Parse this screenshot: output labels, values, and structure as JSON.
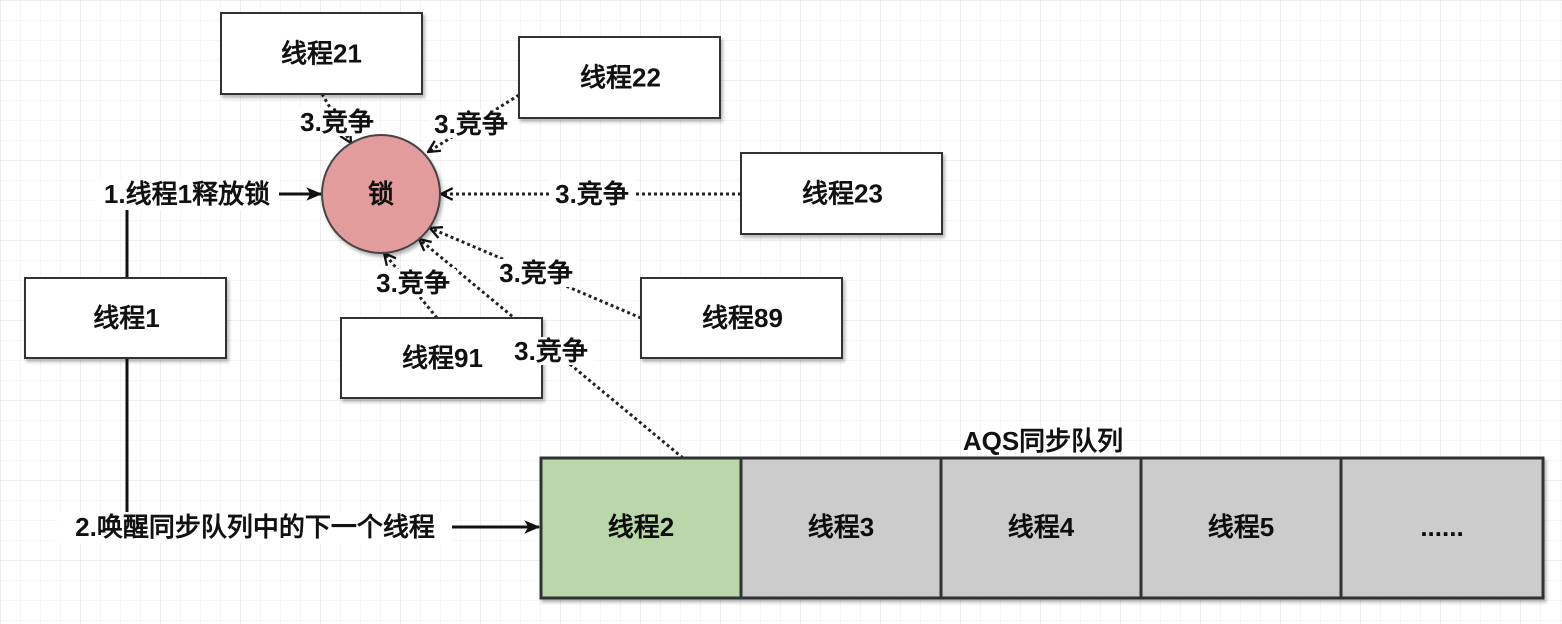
{
  "lock": {
    "label": "锁",
    "fill": "#e39c9c"
  },
  "threads": {
    "thread21": "线程21",
    "thread22": "线程22",
    "thread23": "线程23",
    "thread89": "线程89",
    "thread91": "线程91",
    "thread1": "线程1"
  },
  "edges": {
    "release_label": "1.线程1释放锁",
    "wake_label": "2.唤醒同步队列中的下一个线程",
    "compete": {
      "from_thread21": "3.竞争",
      "from_thread22": "3.竞争",
      "from_thread23": "3.竞争",
      "from_thread89": "3.竞争",
      "from_thread91": "3.竞争",
      "from_thread2": "3.竞争"
    }
  },
  "queue": {
    "title": "AQS同步队列",
    "cells": [
      "线程2",
      "线程3",
      "线程4",
      "线程5",
      "......"
    ],
    "head_fill": "#b9d7a8",
    "cell_fill": "#cccccc"
  }
}
